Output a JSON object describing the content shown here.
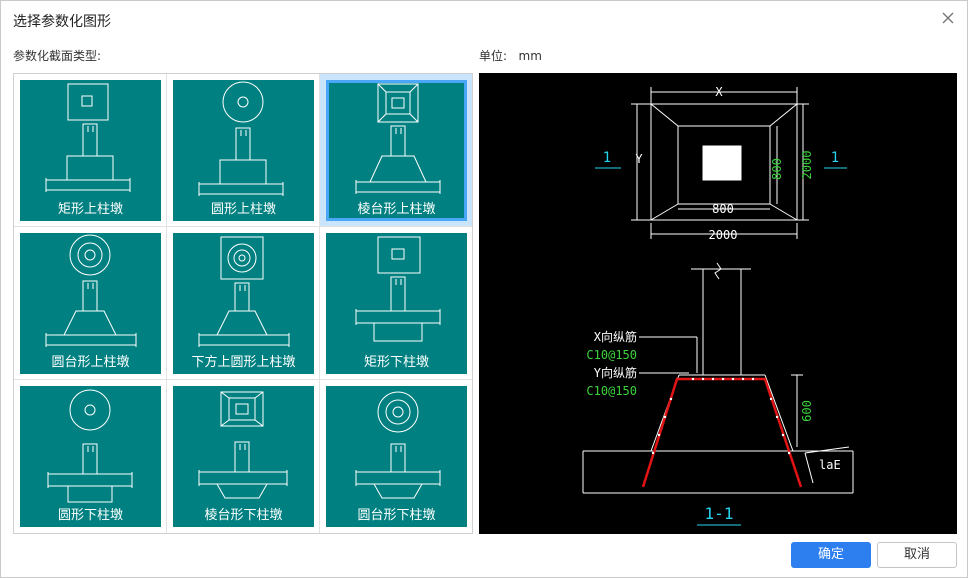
{
  "dialog": {
    "title": "选择参数化图形",
    "close_icon": "close-icon"
  },
  "labels": {
    "section_type": "参数化截面类型:",
    "unit_label": "单位:",
    "unit_value": "mm"
  },
  "shapes": [
    {
      "label": "矩形上柱墩",
      "selected": false
    },
    {
      "label": "圆形上柱墩",
      "selected": false
    },
    {
      "label": "棱台形上柱墩",
      "selected": true
    },
    {
      "label": "圆台形上柱墩",
      "selected": false
    },
    {
      "label": "下方上圆形上柱墩",
      "selected": false
    },
    {
      "label": "矩形下柱墩",
      "selected": false
    },
    {
      "label": "圆形下柱墩",
      "selected": false
    },
    {
      "label": "棱台形下柱墩",
      "selected": false
    },
    {
      "label": "圆台形下柱墩",
      "selected": false
    }
  ],
  "preview": {
    "plan_x": "X",
    "plan_y": "Y",
    "dim_800_h": "800",
    "dim_800_v": "800",
    "dim_2000_h": "2000",
    "dim_2000_v": "2000",
    "sec_left": "1",
    "sec_right": "1",
    "x_rebar": "X向纵筋",
    "x_rebar_spec": "C10@150",
    "y_rebar": "Y向纵筋",
    "y_rebar_spec": "C10@150",
    "dim_600": "600",
    "lae": "laE",
    "section_label": "1-1",
    "colors": {
      "white": "#ffffff",
      "green": "#3cd23c",
      "cyan": "#26d4f0",
      "red": "#e21414"
    }
  },
  "buttons": {
    "ok": "确定",
    "cancel": "取消"
  }
}
